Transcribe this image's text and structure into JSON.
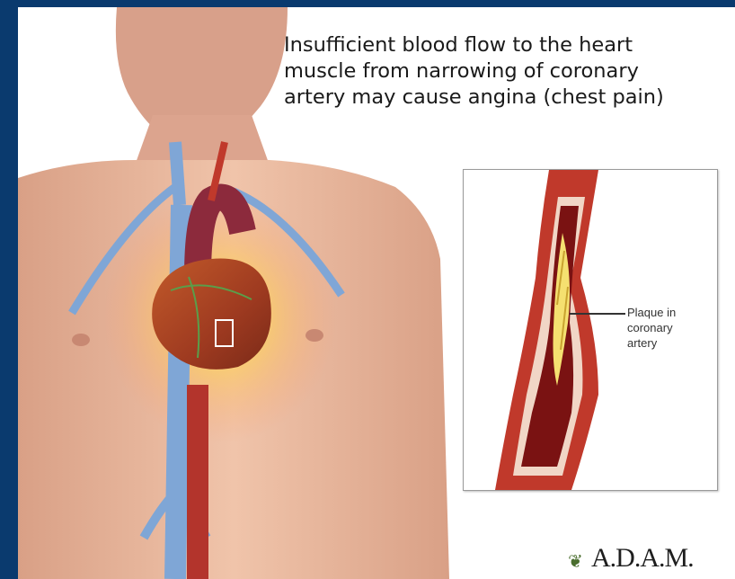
{
  "caption": {
    "line1": "Insufficient blood flow to the heart",
    "line2": "muscle from narrowing of coronary",
    "line3": "artery may cause angina (chest pain)"
  },
  "inset_label": {
    "line1": "Plaque in",
    "line2": "coronary",
    "line3": "artery"
  },
  "logo": "A.D.A.M.",
  "colors": {
    "border": "#0a3a6e",
    "skin": "#e6b49a",
    "vein": "#7fa6d6",
    "artery": "#c0392b",
    "glow": "#ffe25a"
  },
  "icons": [
    "leaf-icon"
  ]
}
